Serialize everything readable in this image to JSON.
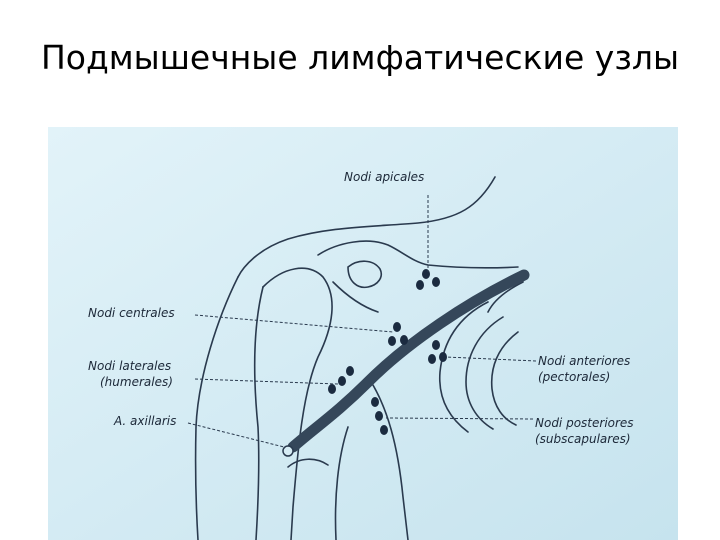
{
  "slide": {
    "title": "Подмышечные лимфатические узлы"
  },
  "diagram": {
    "labels": {
      "apicales": "Nodi apicales",
      "centrales": "Nodi centrales",
      "laterales_1": "Nodi laterales",
      "laterales_2": "(humerales)",
      "axillaris": "A. axillaris",
      "anteriores_1": "Nodi anteriores",
      "anteriores_2": "(pectorales)",
      "posteriores_1": "Nodi posteriores",
      "posteriores_2": "(subscapulares)"
    },
    "colors": {
      "background": "#d6ecf4",
      "artery": "#35475a",
      "nodes": "#1b2b40",
      "outline": "#2a3a4e"
    }
  }
}
